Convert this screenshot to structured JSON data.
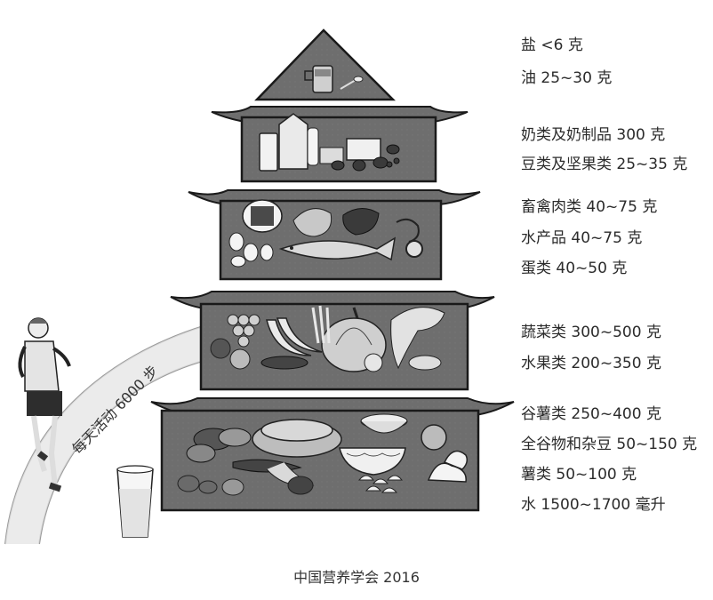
{
  "pyramid": {
    "tiers": [
      {
        "items": [
          "盐 <6 克",
          "油 25~30 克"
        ]
      },
      {
        "items": [
          "奶类及奶制品 300 克",
          "豆类及坚果类 25~35 克"
        ]
      },
      {
        "items": [
          "畜禽肉类 40~75 克",
          "水产品 40~75 克",
          "蛋类 40~50 克"
        ]
      },
      {
        "items": [
          "蔬菜类 300~500 克",
          "水果类 200~350 克"
        ]
      },
      {
        "items": [
          "谷薯类 250~400 克",
          "全谷物和杂豆 50~150 克",
          "薯类 50~100 克",
          "水 1500~1700 毫升"
        ]
      }
    ]
  },
  "activity": {
    "text": "每天活动 6000 步"
  },
  "footer": {
    "caption": "中国营养学会 2016"
  },
  "colors": {
    "tier_fill": "#6e6e6e",
    "outline": "#1a1a1a",
    "roof_edge": "#3c3c3c"
  },
  "icons": [
    "salt-shaker-icon",
    "spoon-icon",
    "milk-glass-icon",
    "milk-carton-icon",
    "cheese-icon",
    "nuts-icon",
    "meat-icon",
    "fish-icon",
    "egg-icon",
    "pumpkin-icon",
    "grapes-icon",
    "banana-icon",
    "rice-bowl-icon",
    "bread-icon",
    "corn-icon",
    "water-glass-icon",
    "runner-icon"
  ]
}
